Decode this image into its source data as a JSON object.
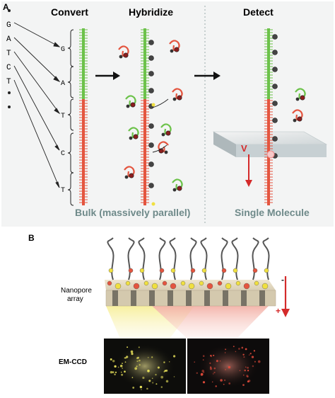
{
  "panel_a": {
    "label": "A",
    "headings": [
      "Convert",
      "Hybridize",
      "Detect"
    ],
    "bases": [
      "G",
      "A",
      "T",
      "C",
      "T"
    ],
    "strand_bases": [
      "G",
      "A",
      "T",
      "C",
      "T"
    ],
    "voltage_label": "V",
    "footer_left": "Bulk (massively parallel)",
    "footer_right": "Single Molecule"
  },
  "panel_b": {
    "label": "B",
    "array_label_line1": "Nanopore",
    "array_label_line2": "array",
    "minus": "-",
    "plus": "+",
    "camera_label": "EM-CCD"
  },
  "colors": {
    "green": "#6cc24a",
    "red": "#e4553f",
    "dark_red": "#c0392b",
    "yellow": "#f0e040",
    "footer_text": "#6f8a8a"
  }
}
